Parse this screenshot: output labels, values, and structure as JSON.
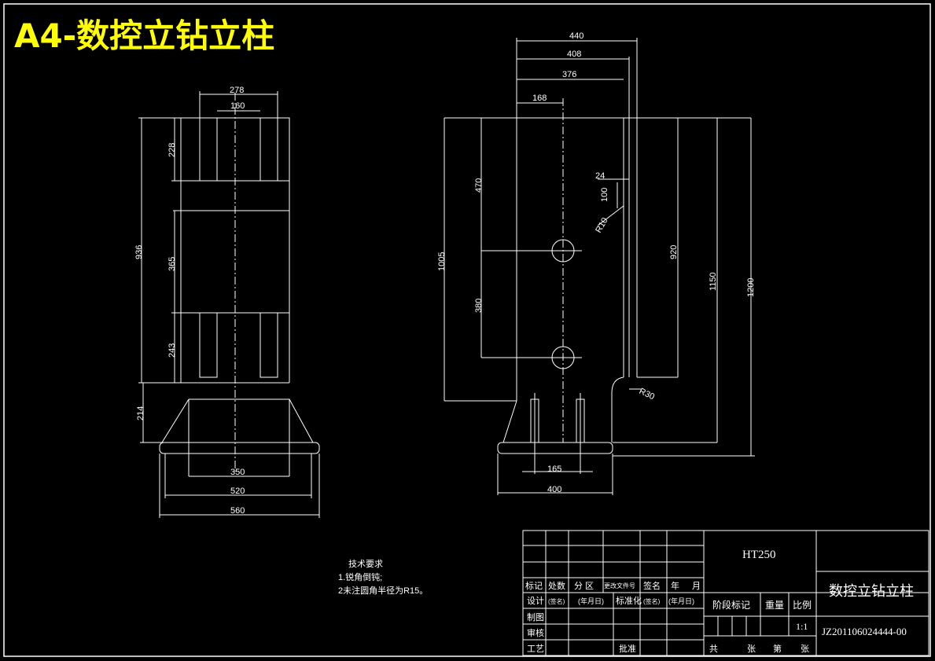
{
  "title": "A4-数控立钻立柱",
  "dims_left": {
    "d278": "278",
    "d160": "160",
    "d228": "228",
    "d936": "936",
    "d365": "365",
    "d243": "243",
    "d214": "214",
    "d350": "350",
    "d520": "520",
    "d560": "560"
  },
  "dims_right": {
    "d440": "440",
    "d408": "408",
    "d376": "376",
    "d168": "168",
    "d24": "24",
    "d100": "100",
    "r10": "R10",
    "d470": "470",
    "d1005": "1005",
    "d920": "920",
    "d1150": "1150",
    "d1200": "1200",
    "d380": "380",
    "r30": "R30",
    "d165": "165",
    "d400": "400"
  },
  "notes": {
    "heading": "技术要求",
    "line1": "1.锐角倒钝;",
    "line2": "2未注圆角半径为R15。"
  },
  "titleblock": {
    "material": "HT250",
    "part_name": "数控立钻立柱",
    "drawing_no": "JZ201106024444-00",
    "scale": "1:1",
    "h_biaoji": "标记",
    "h_chushu": "处数",
    "h_fenqu": "分 区",
    "h_gengai": "更改文件号",
    "h_qianming": "签名",
    "h_nian": "年",
    "h_yue": "月",
    "r_sheji": "设计",
    "r_qianming1": "(签名)",
    "r_nianyueri1": "(年月日)",
    "r_biaozhunhua": "标准化",
    "r_qianming2": "(签名)",
    "r_nianyueri2": "(年月日)",
    "r_zhitu": "制图",
    "r_shenhe": "审核",
    "r_gongyi": "工艺",
    "r_pizhun": "批准",
    "jieduan": "阶段标记",
    "zhongliang": "重量",
    "bili": "比例",
    "gong": "共",
    "zhang1": "张",
    "di": "第",
    "zhang2": "张"
  }
}
